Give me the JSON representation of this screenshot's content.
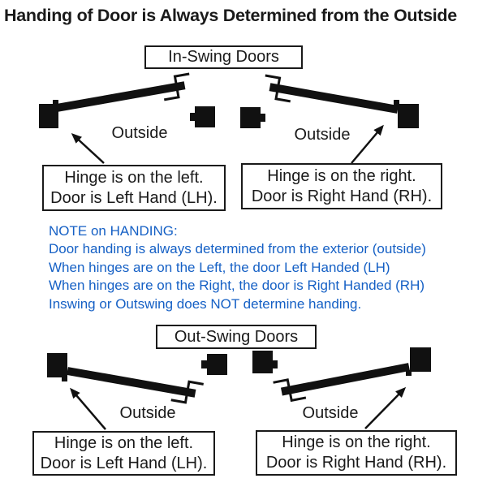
{
  "title": "Handing of Door is Always Determined from the Outside",
  "colors": {
    "ink": "#1a1a1a",
    "shape": "#111111",
    "note_blue": "#1560c5"
  },
  "in_swing": {
    "header": "In-Swing Doors",
    "left": {
      "outside": "Outside",
      "line1": "Hinge is on the left.",
      "line2": "Door is Left Hand (LH)."
    },
    "right": {
      "outside": "Outside",
      "line1": "Hinge is on the right.",
      "line2": "Door is Right Hand (RH)."
    }
  },
  "note": {
    "heading": "NOTE on HANDING:",
    "lines": [
      "Door handing is always determined from the exterior (outside)",
      "When hinges are on the Left, the door Left Handed (LH)",
      "When hinges are on the Right, the door is Right Handed (RH)",
      "Inswing or Outswing does NOT determine handing."
    ]
  },
  "out_swing": {
    "header": "Out-Swing Doors",
    "left": {
      "outside": "Outside",
      "line1": "Hinge is on the left.",
      "line2": "Door is Left Hand (LH)."
    },
    "right": {
      "outside": "Outside",
      "line1": "Hinge is on the right.",
      "line2": "Door is Right Hand (RH)."
    }
  }
}
